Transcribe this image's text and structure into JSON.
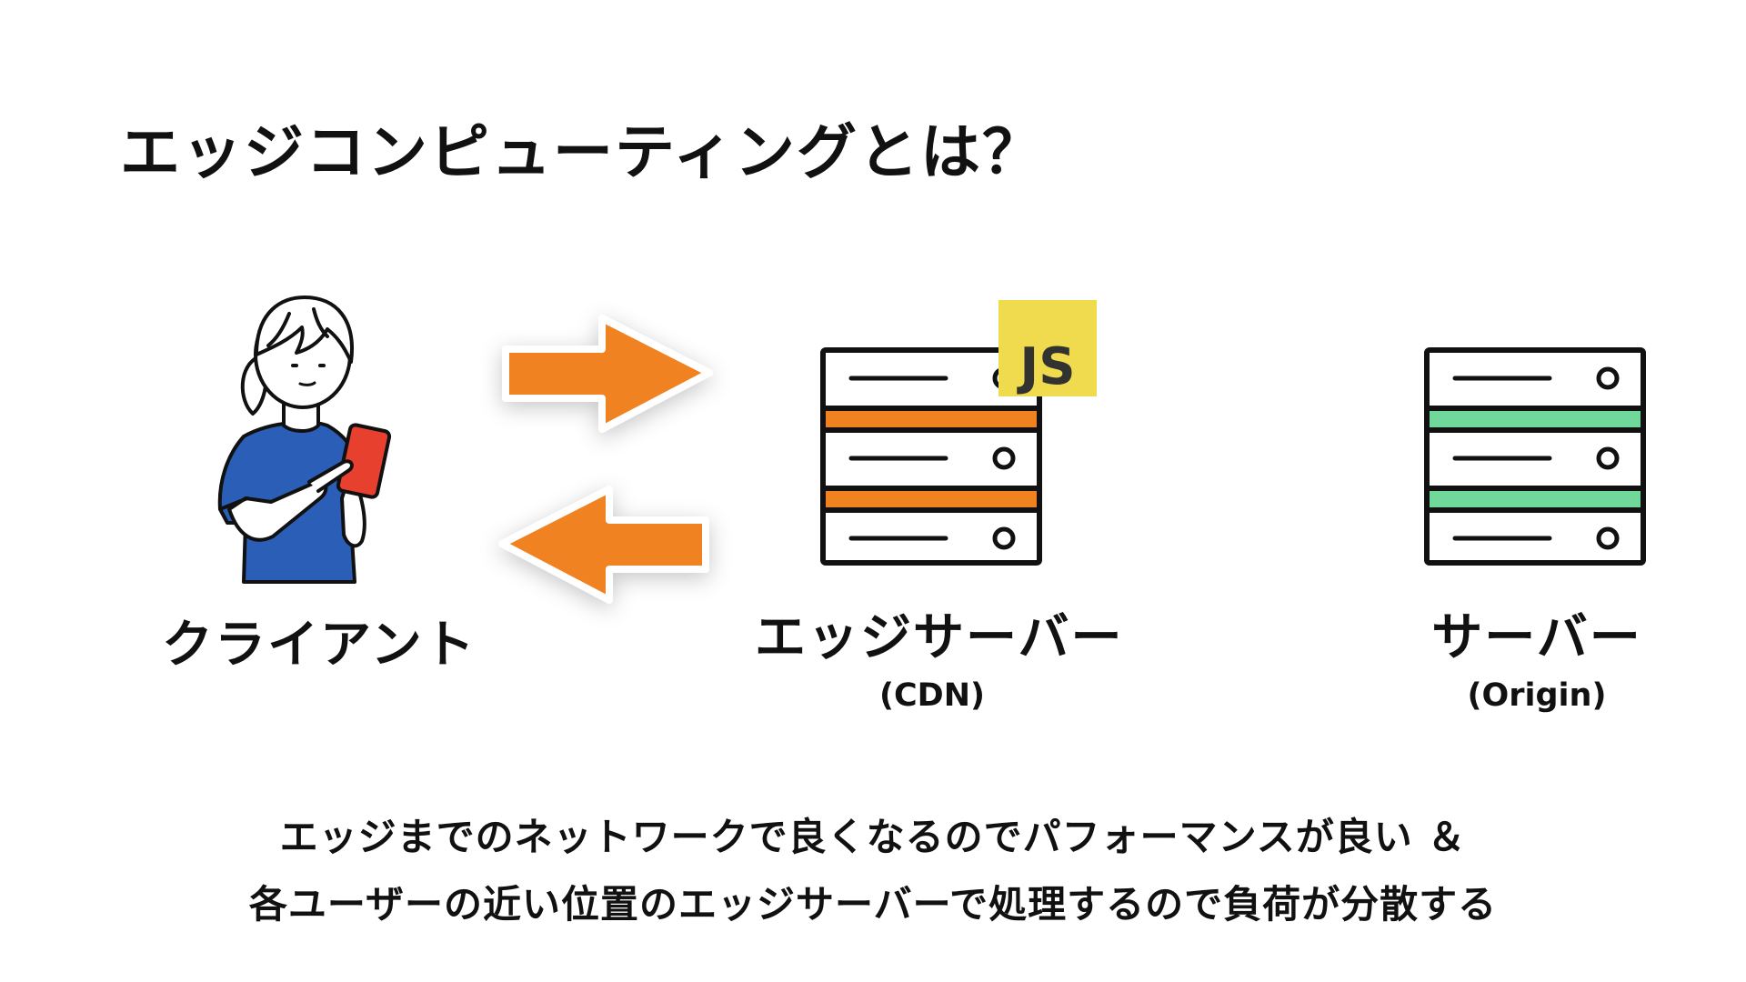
{
  "title": "エッジコンピューティングとは？",
  "client": {
    "label": "クライアント",
    "icon": "person-with-smartphone-icon",
    "shirt_color": "#2b5fb7",
    "phone_color": "#e8402f"
  },
  "arrows": {
    "color": "#f08220",
    "request_icon": "arrow-right-icon",
    "response_icon": "arrow-left-icon"
  },
  "edge_server": {
    "label": "エッジサーバー",
    "sublabel": "(CDN)",
    "icon": "server-rack-icon",
    "stripe_color": "#f08220",
    "badge": {
      "text": "JS",
      "icon": "javascript-badge-icon",
      "bg_color": "#f0db4f",
      "text_color": "#323330"
    }
  },
  "origin_server": {
    "label": "サーバー",
    "sublabel": "(Origin)",
    "icon": "server-rack-icon",
    "stripe_color": "#6fd89a"
  },
  "summary": {
    "line1": "エッジまでのネットワークで良くなるのでパフォーマンスが良い ＆",
    "line2": "各ユーザーの近い位置のエッジサーバーで処理するので負荷が分散する"
  }
}
